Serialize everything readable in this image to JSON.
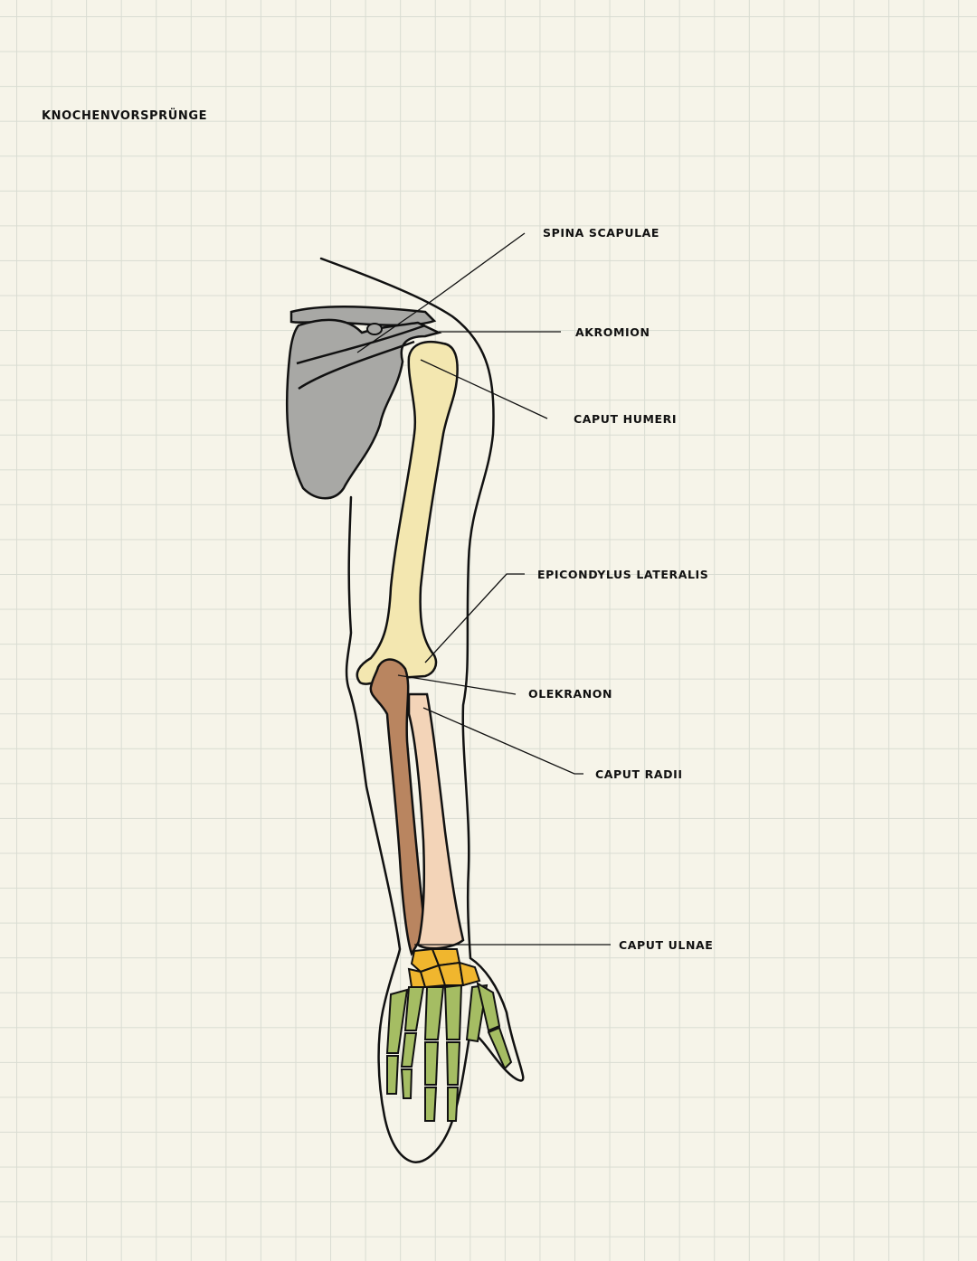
{
  "title": "KNOCHENVORSPRÜNGE",
  "labels": {
    "spina_scapulae": "SPINA SCAPULAE",
    "akromion": "AKROMION",
    "caput_humeri": "CAPUT HUMERI",
    "epicondylus_lateralis": "EPICONDYLUS LATERALIS",
    "olekranon": "OLEKRANON",
    "caput_radii": "CAPUT RADII",
    "caput_ulnae": "CAPUT ULNAE"
  },
  "colors": {
    "scapula": "#a8a8a5",
    "humerus": "#f3e7b0",
    "ulna": "#b98560",
    "radius": "#f3d4b8",
    "carpals": "#f0b62e",
    "hand": "#a5bd63",
    "outline": "#111111"
  }
}
